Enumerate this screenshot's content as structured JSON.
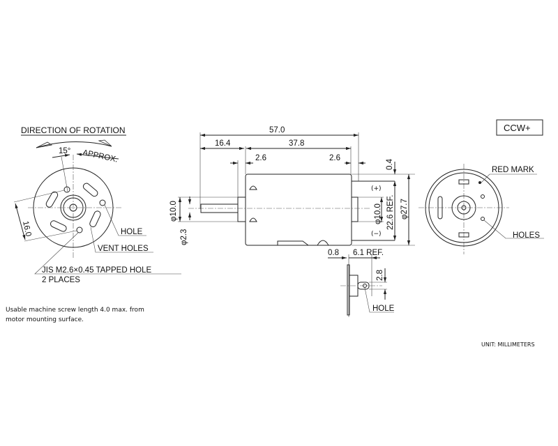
{
  "left_view": {
    "title": "DIRECTION OF ROTATION",
    "angle": "15°",
    "approx": "APPROX.",
    "dim_16": "16.0",
    "hole": "HOLE",
    "vent_holes": "VENT HOLES",
    "tapped_hole": "JIS M2.6×0.45 TAPPED HOLE",
    "places": "2 PLACES"
  },
  "note": {
    "line1": "Usable machine screw length 4.0 max. from",
    "line2": "motor mounting surface."
  },
  "side_view": {
    "dim_overall": "57.0",
    "dim_shaft": "16.4",
    "dim_body": "37.8",
    "dim_front_boss": "2.6",
    "dim_rear_boss": "2.6",
    "dim_04": "0.4",
    "plus": "(+)",
    "minus": "(−)",
    "dia_boss_front": "φ10.0",
    "dia_shaft": "φ2.3",
    "dia_boss_rear": "φ10.0",
    "terminal_span": "22.6 REF.",
    "dia_body": "φ27.7",
    "dim_08": "0.8",
    "dim_61": "6.1 REF.",
    "dim_28": "2.8",
    "terminal_hole": "HOLE"
  },
  "right_view": {
    "badge": "CCW+",
    "red_mark": "RED MARK",
    "holes": "HOLES"
  },
  "unit": "UNIT: MILLIMETERS"
}
